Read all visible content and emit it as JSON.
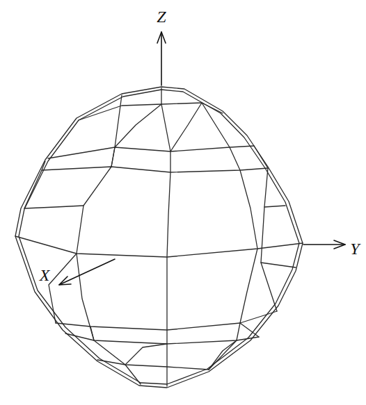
{
  "diagram": {
    "labels": [
      "Z",
      "X",
      "Y"
    ]
  }
}
